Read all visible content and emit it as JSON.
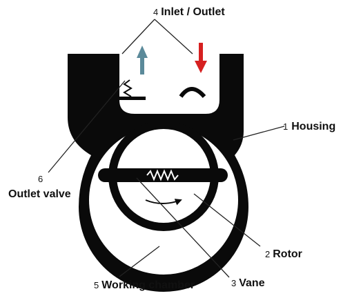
{
  "labels": {
    "inlet_outlet": {
      "number": "4",
      "text": "Inlet / Outlet"
    },
    "housing": {
      "number": "1",
      "text": "Housing"
    },
    "outlet_valve": {
      "number": "6",
      "text": "Outlet valve"
    },
    "rotor": {
      "number": "2",
      "text": "Rotor"
    },
    "working_chamber": {
      "number": "5",
      "text": "Working chamber"
    },
    "vane": {
      "number": "3",
      "text": "Vane"
    }
  },
  "colors": {
    "housing": "#0a0a0a",
    "outlet_arrow": "#5b8a9a",
    "inlet_arrow": "#d62020",
    "leader": "#222222",
    "spring": "#ffffff"
  },
  "icons": {
    "outlet_arrow": "arrow-up-icon",
    "inlet_arrow": "arrow-down-icon",
    "rotation": "rotation-arrow-icon"
  }
}
